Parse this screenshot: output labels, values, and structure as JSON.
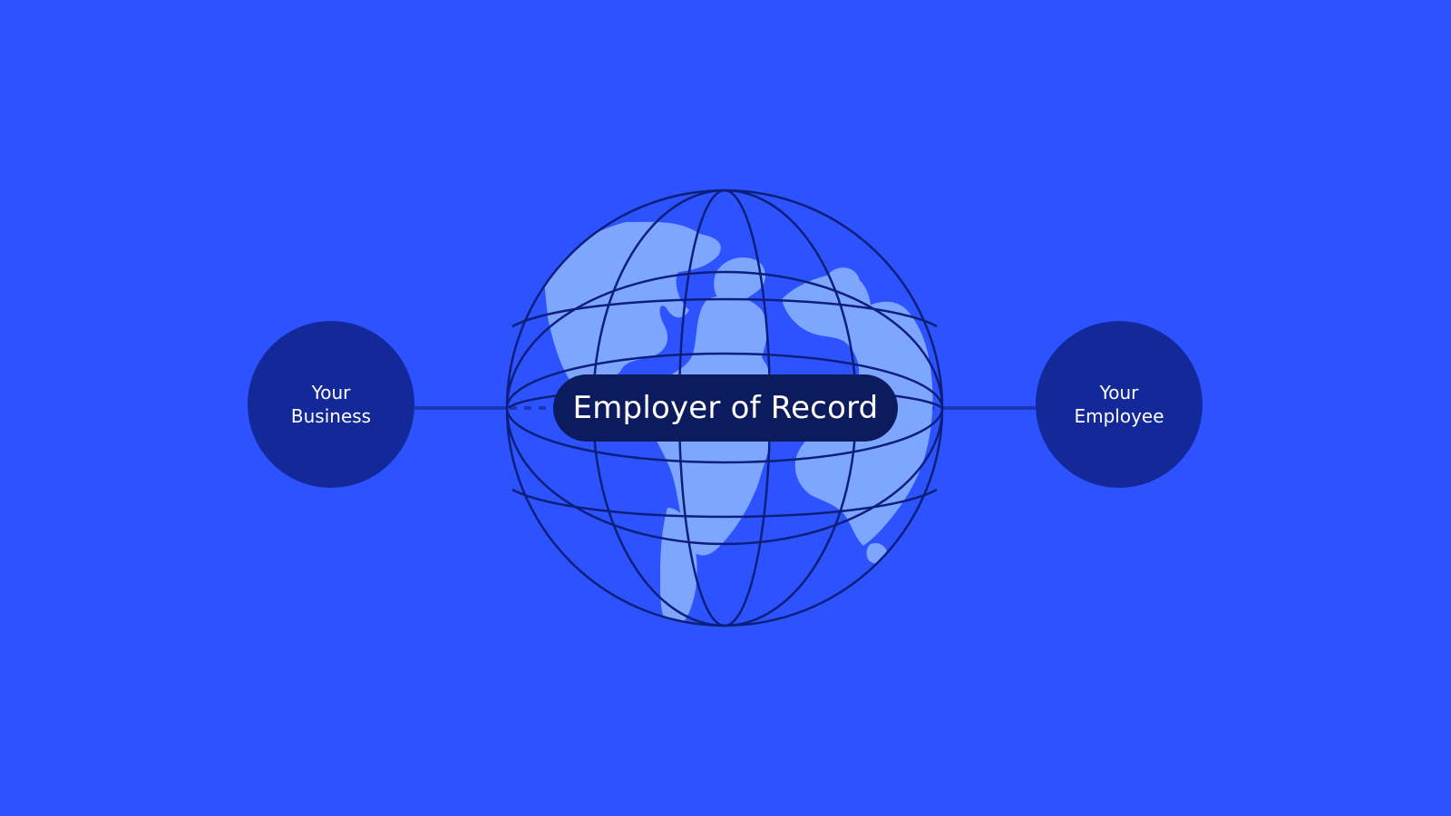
{
  "diagram": {
    "left_node": {
      "line1": "Your",
      "line2": "Business"
    },
    "right_node": {
      "line1": "Your",
      "line2": "Employee"
    },
    "center_label": "Employer of Record",
    "icon": "globe-icon"
  },
  "colors": {
    "background": "#2d52ff",
    "node_fill": "#13299a",
    "pill_fill": "#0c1a5e",
    "globe_outline": "#0c1f7a",
    "land": "#7fa6ff",
    "text": "#ffffff"
  }
}
